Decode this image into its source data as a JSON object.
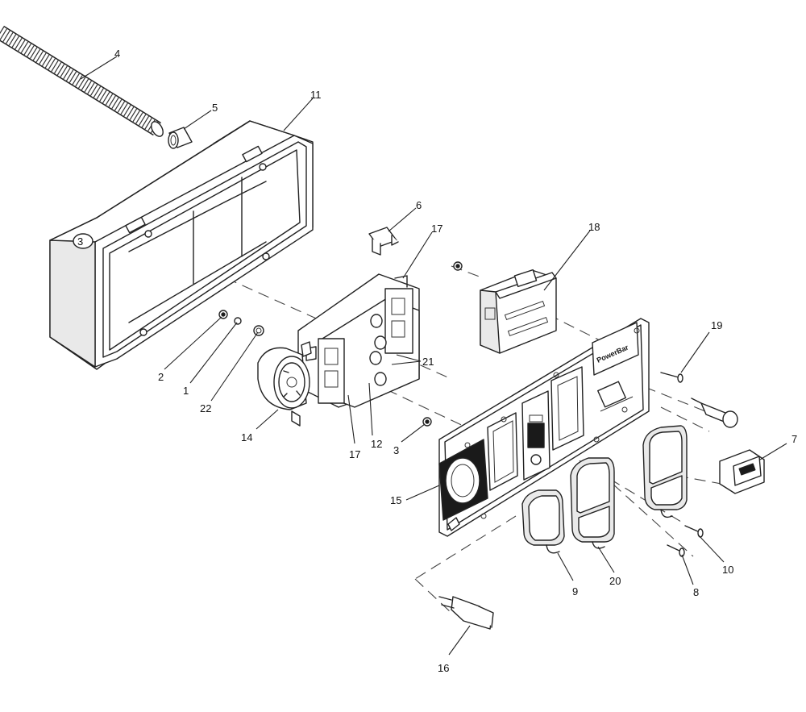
{
  "callouts": [
    {
      "id": "4",
      "label": "4"
    },
    {
      "id": "5",
      "label": "5"
    },
    {
      "id": "11",
      "label": "11"
    },
    {
      "id": "6",
      "label": "6"
    },
    {
      "id": "17a",
      "label": "17"
    },
    {
      "id": "18",
      "label": "18"
    },
    {
      "id": "19",
      "label": "19"
    },
    {
      "id": "21",
      "label": "21"
    },
    {
      "id": "2",
      "label": "2"
    },
    {
      "id": "1",
      "label": "1"
    },
    {
      "id": "22",
      "label": "22"
    },
    {
      "id": "14",
      "label": "14"
    },
    {
      "id": "17b",
      "label": "17"
    },
    {
      "id": "12",
      "label": "12"
    },
    {
      "id": "3",
      "label": "3"
    },
    {
      "id": "15",
      "label": "15"
    },
    {
      "id": "7",
      "label": "7"
    },
    {
      "id": "10",
      "label": "10"
    },
    {
      "id": "9",
      "label": "9"
    },
    {
      "id": "20",
      "label": "20"
    },
    {
      "id": "8",
      "label": "8"
    },
    {
      "id": "16",
      "label": "16"
    }
  ],
  "panel_brand": "PowerBar",
  "box_marking": "3"
}
